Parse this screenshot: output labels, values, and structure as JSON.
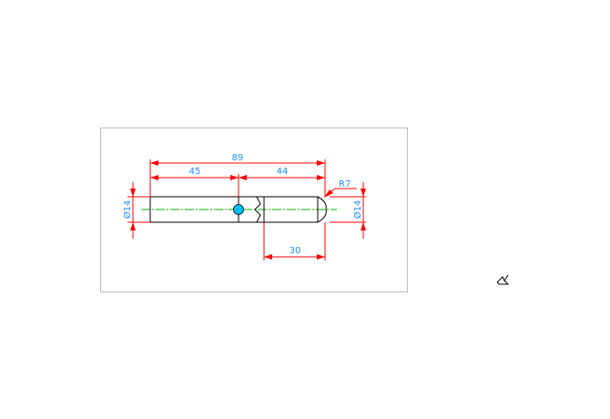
{
  "drawing": {
    "dimensions": {
      "overall_length": "89",
      "left_length": "45",
      "right_length": "44",
      "tip_length": "30",
      "left_diameter": "Ø14",
      "right_diameter": "Ø14",
      "tip_radius": "R7"
    },
    "colors": {
      "dimension_line": "#ff0000",
      "dimension_text": "#1e90ff",
      "outline": "#000000",
      "centerline": "#00b000",
      "hole_marker": "#00c0ff",
      "frame": "#bdbdbd"
    },
    "icons": [
      "ucs-icon"
    ]
  }
}
